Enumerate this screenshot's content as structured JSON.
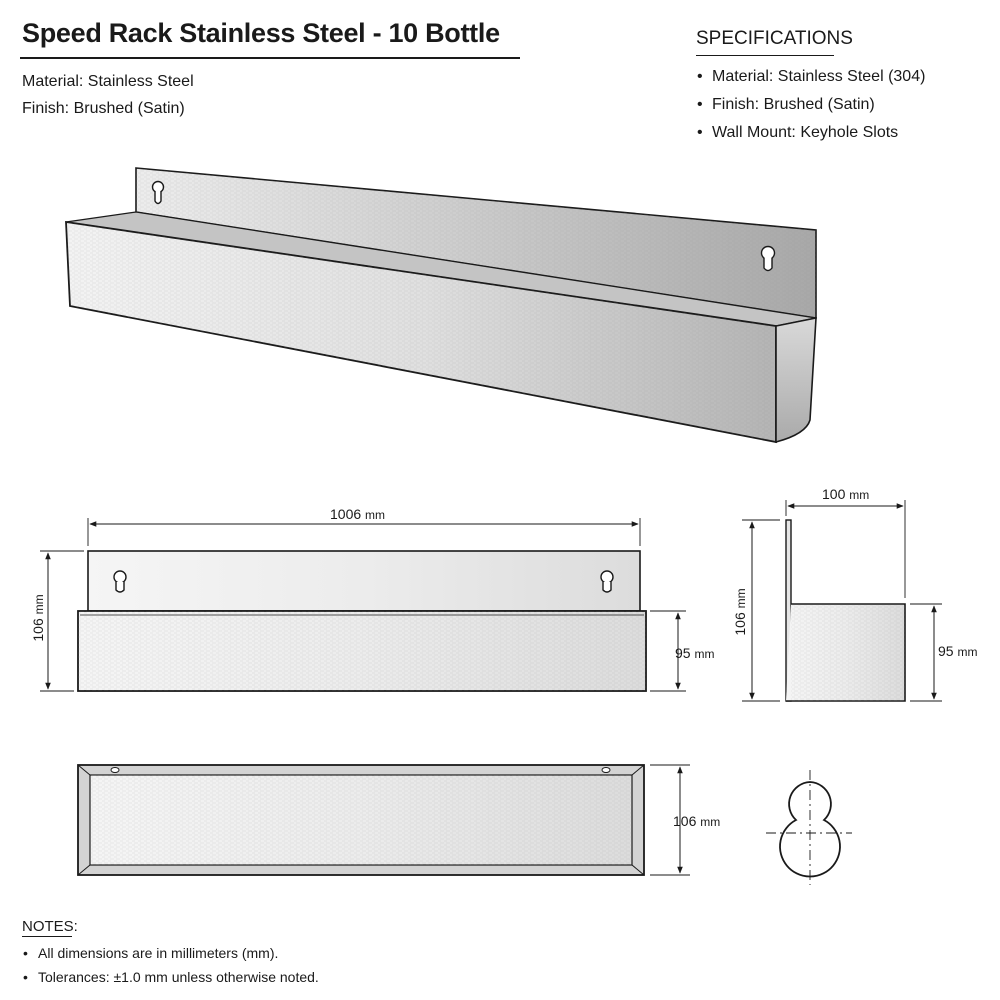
{
  "header": {
    "title": "Speed Rack Stainless Steel - 10 Bottle",
    "material_line": "Material: Stainless Steel",
    "finish_line": "Finish: Brushed (Satin)"
  },
  "specifications": {
    "heading": "SPECIFICATIONS",
    "items": [
      "Material: Stainless Steel (304)",
      "Finish: Brushed (Satin)",
      "Wall Mount: Keyhole Slots"
    ]
  },
  "dimensions": {
    "front_width": "1006",
    "front_height": "106",
    "front_lip_height": "95",
    "side_depth": "100",
    "side_height": "106",
    "side_lip_height": "95",
    "top_depth": "106",
    "unit": "mm"
  },
  "notes": {
    "heading": "NOTES:",
    "items": [
      "All dimensions are in millimeters (mm).",
      "Tolerances: ±1.0 mm unless otherwise noted."
    ]
  },
  "colors": {
    "ink": "#1a1a1a",
    "steel_light": "#f1f1f1",
    "steel_mid": "#d6d6d6",
    "steel_dark": "#9b9b9b"
  }
}
